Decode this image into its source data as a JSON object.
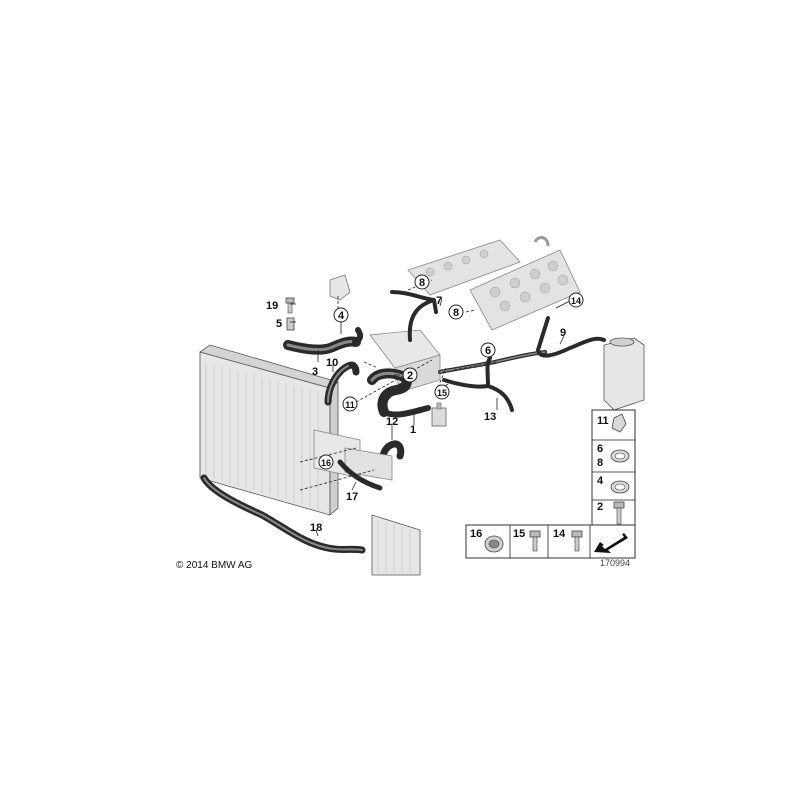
{
  "labels": {
    "n1": "1",
    "n2": "2",
    "n3": "3",
    "n4": "4",
    "n5": "5",
    "n6": "6",
    "n7": "7",
    "n8": "8",
    "n9": "9",
    "n10": "10",
    "n11": "11",
    "n12": "12",
    "n13": "13",
    "n14": "14",
    "n15": "15",
    "n16": "16",
    "n17": "17",
    "n18": "18",
    "n19": "19"
  },
  "legend": {
    "l11": "11",
    "l6": "6",
    "l8": "8",
    "l4": "4",
    "l2": "2",
    "l16": "16",
    "l15": "15",
    "l14": "14"
  },
  "copyright": "© 2014 BMW AG",
  "illustration_number": "170994"
}
